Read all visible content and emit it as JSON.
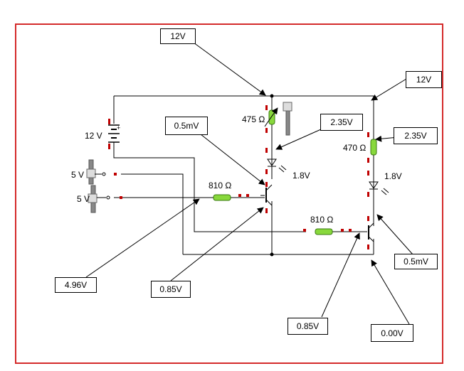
{
  "frame_color": "#d42a2a",
  "wire_color": "#000000",
  "resistor_color": "#88d83c",
  "terminal_color": "#c00000",
  "battery": {
    "label": "12 V",
    "plus": "+"
  },
  "inputs": [
    {
      "label": "5 V"
    },
    {
      "label": "5 V"
    }
  ],
  "resistors": [
    {
      "label": "475 Ω"
    },
    {
      "label": "810 Ω"
    },
    {
      "label": "470 Ω"
    },
    {
      "label": "810 Ω"
    }
  ],
  "leds": [
    {
      "label": "1.8V"
    },
    {
      "label": "1.8V"
    }
  ],
  "callouts": [
    {
      "text": "12V"
    },
    {
      "text": "12V"
    },
    {
      "text": "0.5mV"
    },
    {
      "text": "2.35V"
    },
    {
      "text": "2.35V"
    },
    {
      "text": "4.96V"
    },
    {
      "text": "0.85V"
    },
    {
      "text": "0.85V"
    },
    {
      "text": "0.5mV"
    },
    {
      "text": "0.00V"
    }
  ]
}
